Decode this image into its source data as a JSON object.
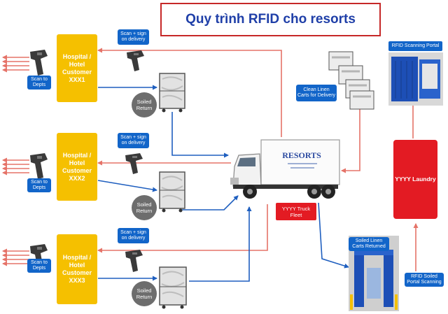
{
  "title": "Quy trình RFID cho resorts",
  "customers": [
    {
      "label": "Hospital / Hotel Customer XXX1"
    },
    {
      "label": "Hospital / Hotel Customer XXX2"
    },
    {
      "label": "Hospital / Hotel Customer XXX3"
    }
  ],
  "scan_to_depts": "Scan to Depts",
  "scan_sign_delivery": "Scan + sign on delivery",
  "soiled_return": "Soiled Return",
  "truck_fleet": "YYYY Truck Fleet",
  "truck_brand": "RESORTS",
  "laundry": "YYYY Laundry",
  "clean_carts": "Clean Linen Carts for Delivery",
  "rfid_scanning_portal": "RFID Scanning Portal",
  "soiled_carts_returned": "Soiled Linen Carts Returned",
  "rfid_soiled_portal": "RFID Soiled Portal Scanning",
  "colors": {
    "title_border": "#c62828",
    "title_text": "#1f3fa8",
    "customer": "#f5c000",
    "blue_box": "#1265c9",
    "red_box": "#e31b23",
    "red_arrow": "#e57368",
    "blue_arrow": "#1f5fbf"
  }
}
